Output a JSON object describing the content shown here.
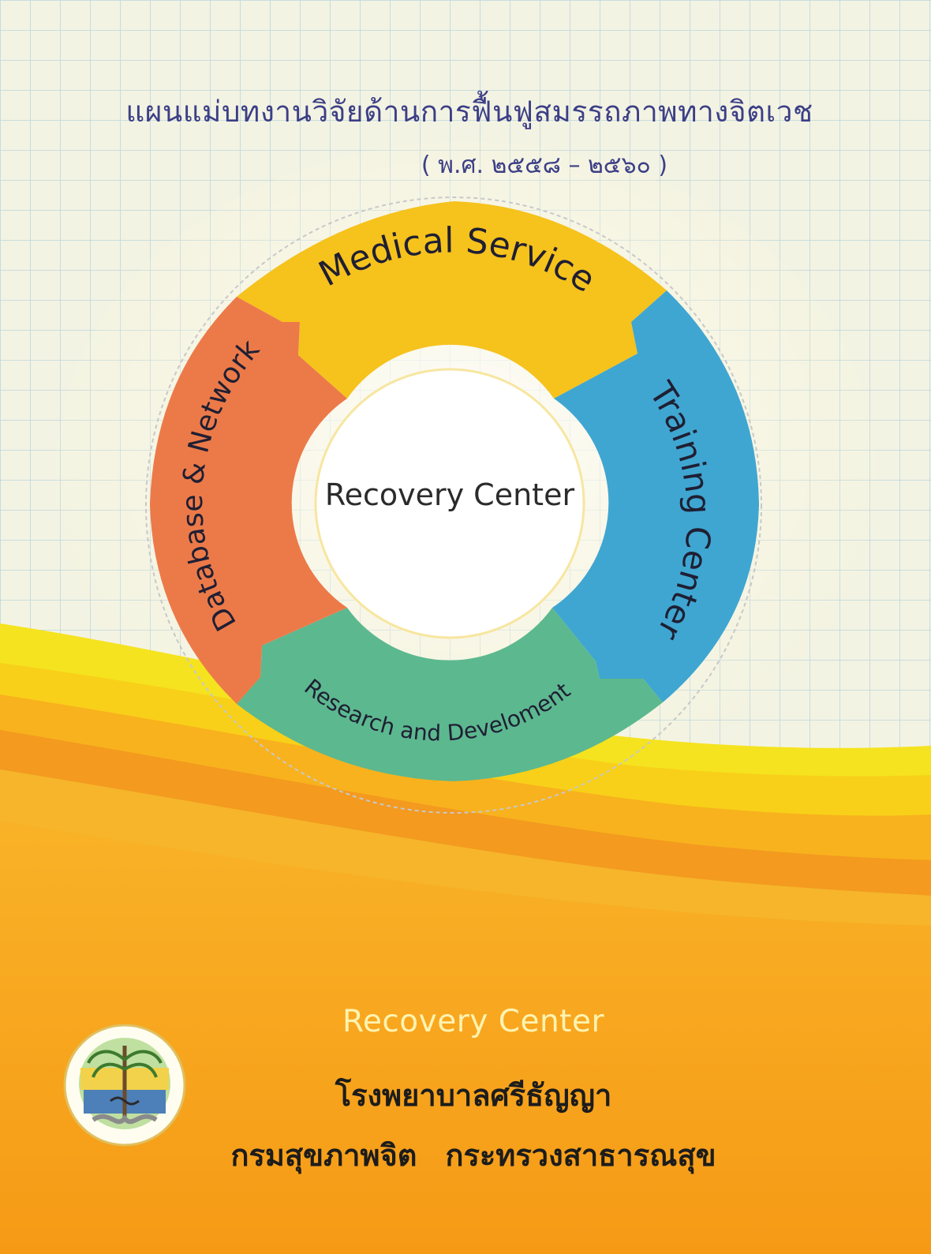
{
  "cover": {
    "title": "แผนแม่บทงานวิจัยด้านการฟื้นฟูสมรรถภาพทางจิตเวช",
    "years": "( พ.ศ. ๒๕๕๘ – ๒๕๖๐ )",
    "diagram": {
      "center": "Recovery Center",
      "segments": [
        {
          "label": "Medical  Service",
          "color": "#f6c21c"
        },
        {
          "label": "Training  Center",
          "color": "#3fa6d1"
        },
        {
          "label": "Research and Develoment",
          "color": "#5cb88f"
        },
        {
          "label": "Database & Network",
          "color": "#ec7a49"
        }
      ]
    },
    "footer": {
      "center_name": "Recovery Center",
      "hospital": "โรงพยาบาลศรีธัญญา",
      "department": "กรมสุขภาพจิต",
      "ministry": "กระทรวงสาธารณสุข"
    },
    "colors": {
      "title_text": "#3c3f86",
      "orange": "#f7a21a",
      "yellow": "#f7d51c",
      "grid": "#bcd6dc"
    }
  }
}
